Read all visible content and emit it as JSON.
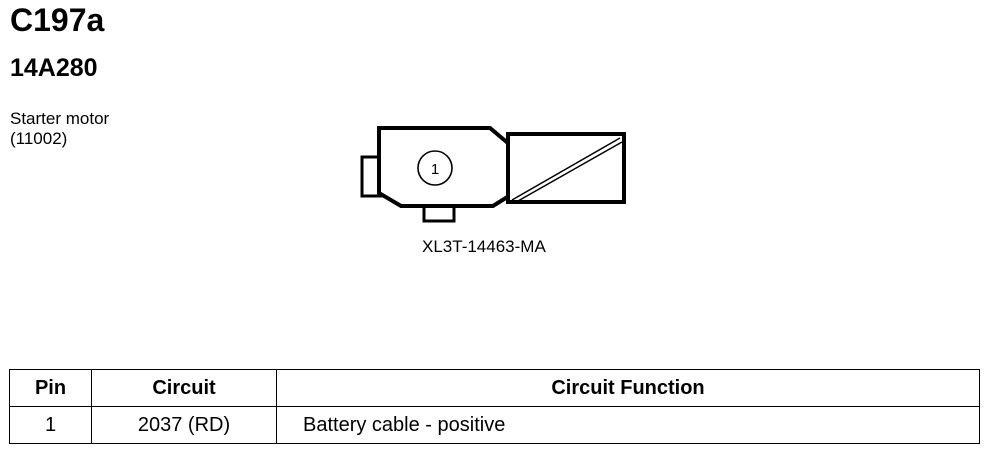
{
  "connector": {
    "id": "C197a",
    "part_code": "14A280",
    "description_lines": [
      "Starter motor",
      "(11002)"
    ],
    "part_number": "XL3T-14463-MA",
    "pin_label": "1"
  },
  "table": {
    "headers": [
      "Pin",
      "Circuit",
      "Circuit Function"
    ],
    "rows": [
      [
        "1",
        "2037 (RD)",
        "Battery cable - positive"
      ]
    ]
  }
}
